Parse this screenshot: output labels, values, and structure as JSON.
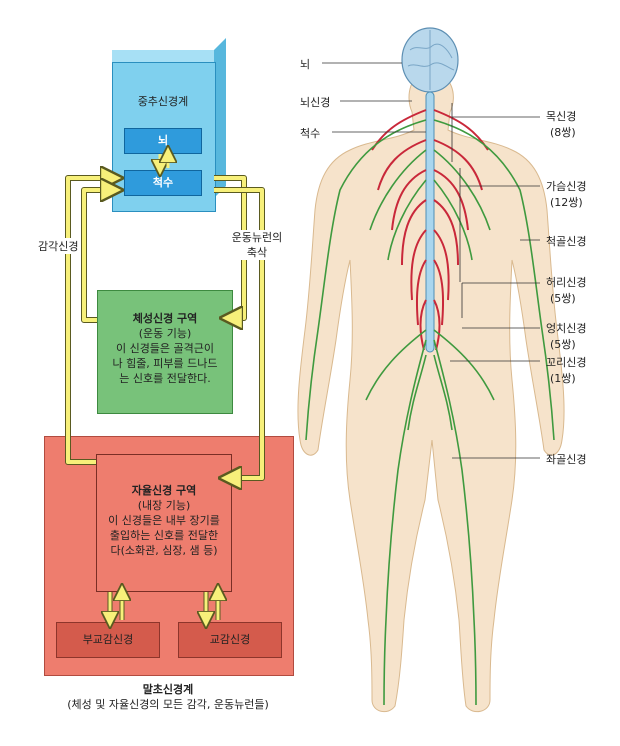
{
  "cns": {
    "title": "중추신경계",
    "brain": "뇌",
    "spinal": "척수"
  },
  "arrows": {
    "sensory": "감각신경",
    "motor_line1": "운동뉴런의",
    "motor_line2": "축삭"
  },
  "somatic": {
    "title": "체성신경 구역",
    "function": "(운동 기능)",
    "desc_line1": "이 신경들은 골격근이",
    "desc_line2": "나 힘줄, 피부를 드나드",
    "desc_line3": "는 신호를 전달한다."
  },
  "autonomic": {
    "title": "자율신경 구역",
    "function": "(내장 기능)",
    "desc_line1": "이 신경들은 내부 장기를",
    "desc_line2": "출입하는 신호를 전달한",
    "desc_line3": "다(소화관, 심장, 샘 등)"
  },
  "parasympathetic": "부교감신경",
  "sympathetic": "교감신경",
  "pns": {
    "title": "말초신경계",
    "subtitle": "(체성 및 자율신경의 모든 감각, 운동뉴런들)"
  },
  "body_labels": {
    "brain": "뇌",
    "cranial": "뇌신경",
    "spinal_cord": "척수",
    "cervical_1": "목신경",
    "cervical_2": "(8쌍)",
    "thoracic_1": "가슴신경",
    "thoracic_2": "(12쌍)",
    "spinal_nerves": "척골신경",
    "lumbar_1": "허리신경",
    "lumbar_2": "(5쌍)",
    "sacral_1": "엉치신경",
    "sacral_2": "(5쌍)",
    "coccygeal_1": "꼬리신경",
    "coccygeal_2": "(1쌍)",
    "sciatic": "좌골신경"
  },
  "colors": {
    "cns": "#7fd0ee",
    "somatic": "#78c27a",
    "pns": "#ee7d6e",
    "arrow": "#f7f07a",
    "nerve_green": "#3f9a3f",
    "nerve_red": "#c9283a",
    "skin": "#f6e3cb"
  }
}
